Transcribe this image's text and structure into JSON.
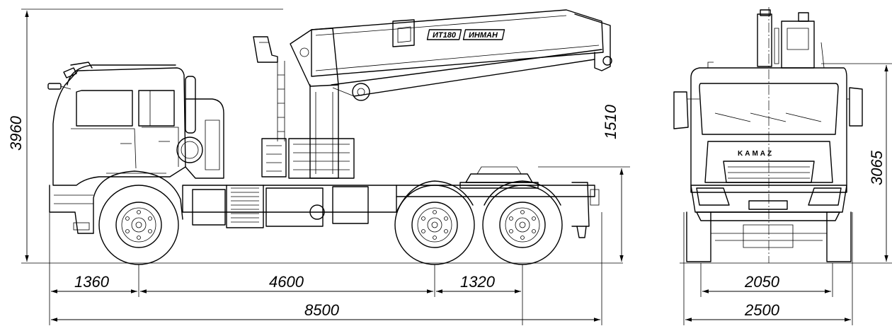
{
  "dimensions": {
    "overall_height": "3960",
    "cab_to_deck": "1510",
    "front_overhang": "1360",
    "wheelbase_front": "4600",
    "rear_axle_spread": "1320",
    "overall_length": "8500",
    "front_view_height": "3065",
    "track_width": "2050",
    "overall_width": "2500"
  },
  "labels": {
    "grille_brand": "KAMAZ",
    "crane_model": "ИТ180",
    "crane_maker": "ИНМАН"
  }
}
